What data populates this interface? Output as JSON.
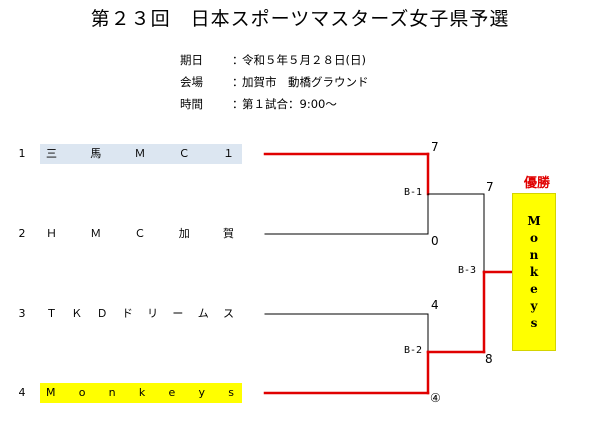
{
  "title": "第２３回　日本スポーツマスターズ女子県予選",
  "info": [
    {
      "key": "期日",
      "colon": "：",
      "value": "令和５年５月２８日(日)"
    },
    {
      "key": "会場",
      "colon": "：",
      "value": "加賀市　動橋グラウンド"
    },
    {
      "key": "時間",
      "colon": "：",
      "value": "第１試合：9:00～"
    }
  ],
  "teams": [
    {
      "seed": "1",
      "name": "三馬ＭＣ１",
      "highlight": "#dce6f1"
    },
    {
      "seed": "2",
      "name": "ＨＭＣ加賀",
      "highlight": ""
    },
    {
      "seed": "3",
      "name": "ＴＫＤドリームス",
      "highlight": ""
    },
    {
      "seed": "4",
      "name": "Monkeys",
      "highlight": "#ffff00"
    }
  ],
  "matches": [
    {
      "label": "B-1",
      "top_score": "7",
      "bottom_score": "0",
      "winner": "top"
    },
    {
      "label": "B-2",
      "top_score": "4",
      "bottom_score": "④",
      "winner": "bottom"
    },
    {
      "label": "B-3",
      "top_score": "7",
      "bottom_score": "8",
      "winner": "bottom"
    }
  ],
  "champion": {
    "label": "優勝",
    "name": "Monkeys"
  },
  "colors": {
    "winner_line": "#e00000",
    "loser_line": "#000000",
    "champion_bg": "#ffff00",
    "champion_label": "#e00000"
  }
}
